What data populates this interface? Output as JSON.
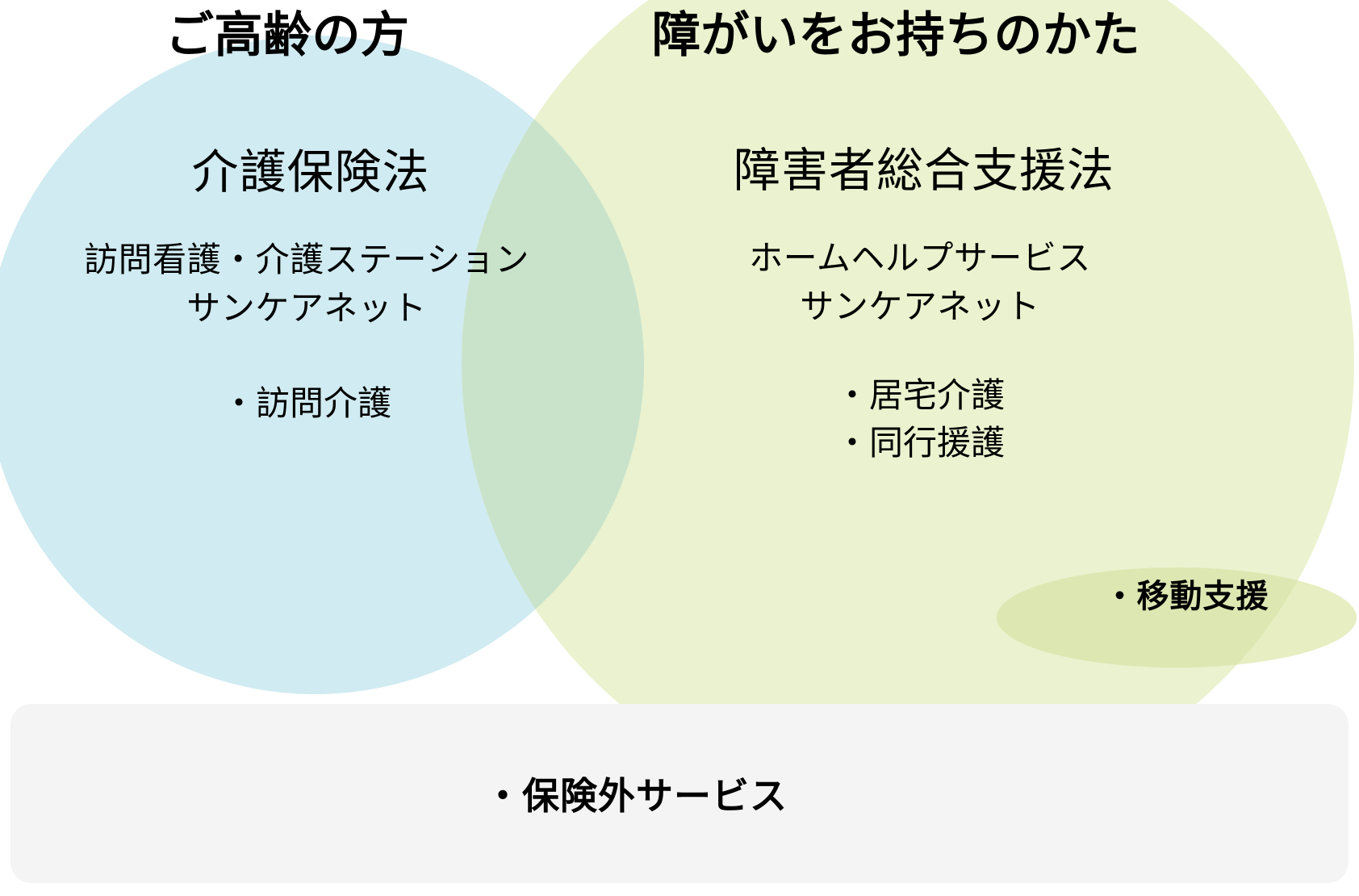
{
  "diagram": {
    "type": "venn",
    "background_color": "#ffffff",
    "left_circle": {
      "title": "ご高齢の方",
      "fill_color": "#d0ebf1",
      "law_heading": "介護保険法",
      "service_lines": [
        "訪問看護・介護ステーション",
        "サンケアネット"
      ],
      "bullets": [
        "・訪問介護"
      ]
    },
    "right_circle": {
      "title": "障がいをお持ちのかた",
      "fill_color": "#eaf2cf",
      "law_heading": "障害者総合支援法",
      "service_lines": [
        "ホームヘルプサービス",
        "サンケアネット"
      ],
      "bullets": [
        "・居宅介護",
        "・同行援護"
      ]
    },
    "overlap": {
      "fill_color": "#c9e3cb"
    },
    "satellite_ellipse": {
      "label": "・移動支援",
      "fill_color": "#e6eec2",
      "overlap_fill_color": "#dde7b2"
    },
    "bottom_bar": {
      "label": "・保険外サービス",
      "fill_color": "#f4f4f4"
    }
  }
}
